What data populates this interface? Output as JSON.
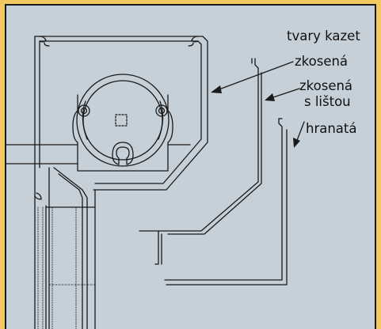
{
  "title": "tvary kazet",
  "labels": {
    "beveled": "zkosená",
    "beveled_with_strip_line1": "zkosená",
    "beveled_with_strip_line2": "s lištou",
    "square": "hranatá"
  },
  "colors": {
    "background": "#f1c95f",
    "panel": "#c6d0d8",
    "lines": "#1a1a1a"
  }
}
